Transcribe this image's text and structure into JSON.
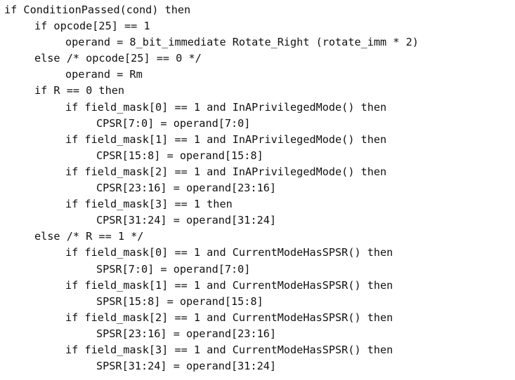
{
  "pseudocode": {
    "lines": [
      "if ConditionPassed(cond) then",
      "if opcode[25] == 1",
      "operand = 8_bit_immediate Rotate_Right (rotate_imm * 2)",
      "else /* opcode[25] == 0 */",
      "operand = Rm",
      "if R == 0 then",
      "if field_mask[0] == 1 and InAPrivilegedMode() then",
      "CPSR[7:0] = operand[7:0]",
      "if field_mask[1] == 1 and InAPrivilegedMode() then",
      "CPSR[15:8] = operand[15:8]",
      "if field_mask[2] == 1 and InAPrivilegedMode() then",
      "CPSR[23:16] = operand[23:16]",
      "if field_mask[3] == 1 then",
      "CPSR[31:24] = operand[31:24]",
      "else /* R == 1 */",
      "if field_mask[0] == 1 and CurrentModeHasSPSR() then",
      "SPSR[7:0] = operand[7:0]",
      "if field_mask[1] == 1 and CurrentModeHasSPSR() then",
      "SPSR[15:8] = operand[15:8]",
      "if field_mask[2] == 1 and CurrentModeHasSPSR() then",
      "SPSR[23:16] = operand[23:16]",
      "if field_mask[3] == 1 and CurrentModeHasSPSR() then",
      "SPSR[31:24] = operand[31:24]"
    ]
  }
}
